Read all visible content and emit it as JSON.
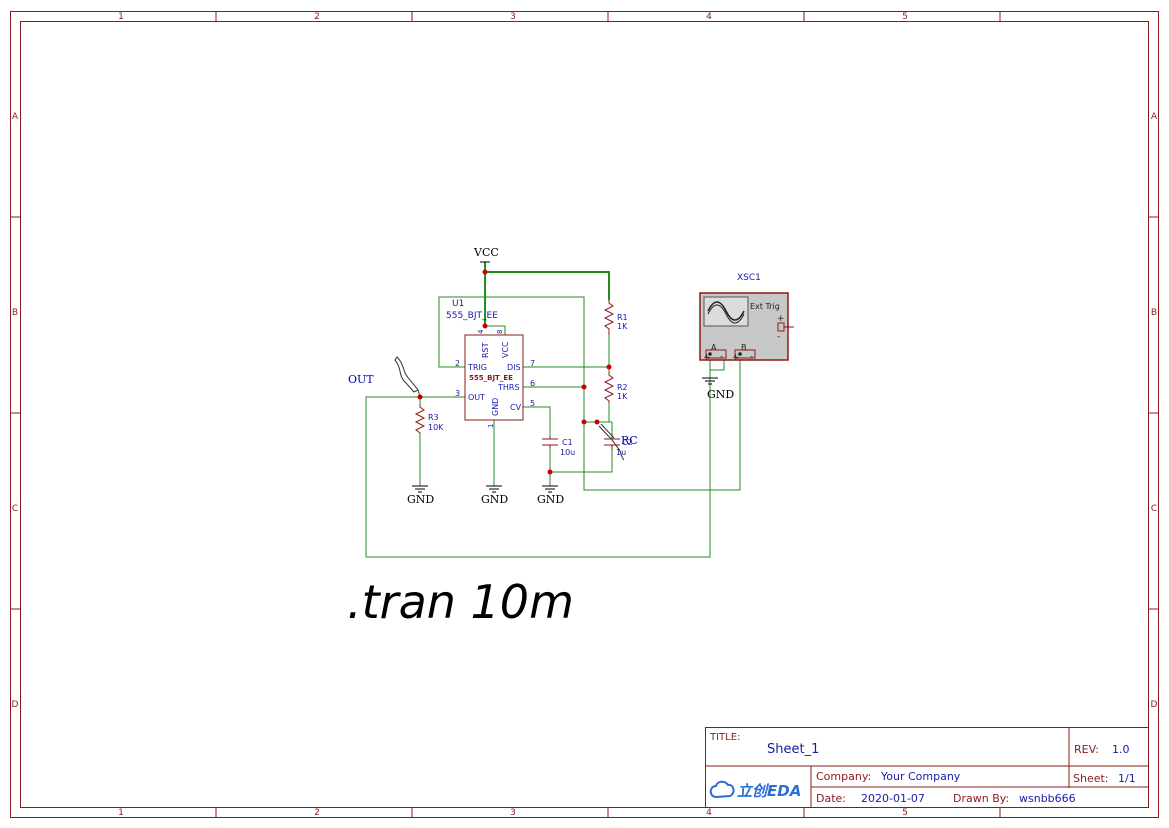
{
  "frame": {
    "columns": [
      "1",
      "2",
      "3",
      "4",
      "5"
    ],
    "rows": [
      "A",
      "B",
      "C",
      "D"
    ]
  },
  "colors": {
    "border": "#8b1a1a",
    "wire": "#1f8f1f",
    "component": "#8b1a1a",
    "pin_text": "#1a1aaa",
    "label_text": "#0000aa",
    "junction": "#cc0000",
    "scope_fill": "#c8c8c8"
  },
  "nets": {
    "vcc": "VCC",
    "out": "OUT",
    "gnd": "GND",
    "rc": "RC"
  },
  "u1": {
    "designator": "U1",
    "part": "555_BJT_EE",
    "inner_label": "555_BJT_EE",
    "pins": {
      "rst": "RST",
      "vcc": "VCC",
      "trig": "TRIG",
      "out": "OUT",
      "gnd": "GND",
      "dis": "DIS",
      "thrs": "THRS",
      "cv": "CV"
    },
    "pin_numbers": {
      "p1": "1",
      "p2": "2",
      "p3": "3",
      "p4": "4",
      "p5": "5",
      "p6": "6",
      "p7": "7",
      "p8": "8"
    }
  },
  "parts": {
    "r1": {
      "designator": "R1",
      "value": "1K"
    },
    "r2": {
      "designator": "R2",
      "value": "1K"
    },
    "r3": {
      "designator": "R3",
      "value": "10K"
    },
    "c1": {
      "designator": "C1",
      "value": "10u"
    },
    "c2": {
      "designator": "C2",
      "value": "1u"
    }
  },
  "scope": {
    "designator": "XSC1",
    "ext_trig": "Ext Trig",
    "channel_a": "A",
    "channel_b": "B",
    "plus": "+",
    "minus": "-"
  },
  "directive": ".tran 10m",
  "title_block": {
    "title_label": "TITLE:",
    "title_value": "Sheet_1",
    "rev_label": "REV:",
    "rev_value": "1.0",
    "company_label": "Company:",
    "company_value": "Your Company",
    "sheet_label": "Sheet:",
    "sheet_value": "1/1",
    "date_label": "Date:",
    "date_value": "2020-01-07",
    "drawn_label": "Drawn By:",
    "drawn_value": "wsnbb666",
    "logo_text": "立创EDA"
  }
}
